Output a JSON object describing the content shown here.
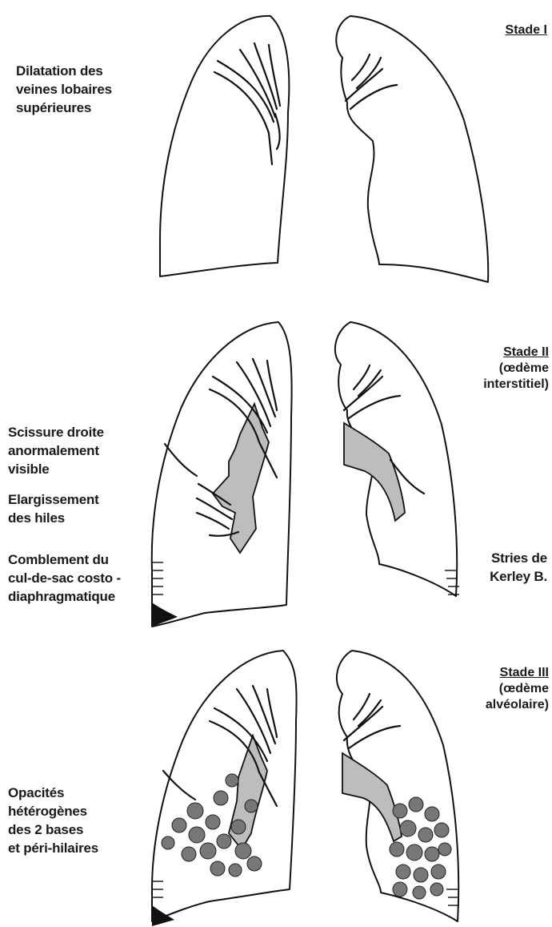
{
  "stages": [
    {
      "title": "Stade I",
      "subtitle": []
    },
    {
      "title": "Stade II",
      "subtitle": [
        "(œdème",
        "interstitiel)"
      ]
    },
    {
      "title": "Stade III",
      "subtitle": [
        "(œdème",
        "alvéolaire)"
      ]
    }
  ],
  "labels": {
    "veines": [
      "Dilatation des",
      "veines lobaires",
      "supérieures"
    ],
    "scissure": [
      "Scissure droite",
      "anormalement",
      "visible"
    ],
    "hiles": [
      "Elargissement",
      "des hiles"
    ],
    "comblement": [
      "Comblement du",
      "cul-de-sac costo -",
      "diaphragmatique"
    ],
    "kerley": [
      "Stries de",
      "Kerley B."
    ],
    "opacites": [
      "Opacités",
      "hétérogènes",
      "des 2 bases",
      "et péri-hilaires"
    ]
  }
}
